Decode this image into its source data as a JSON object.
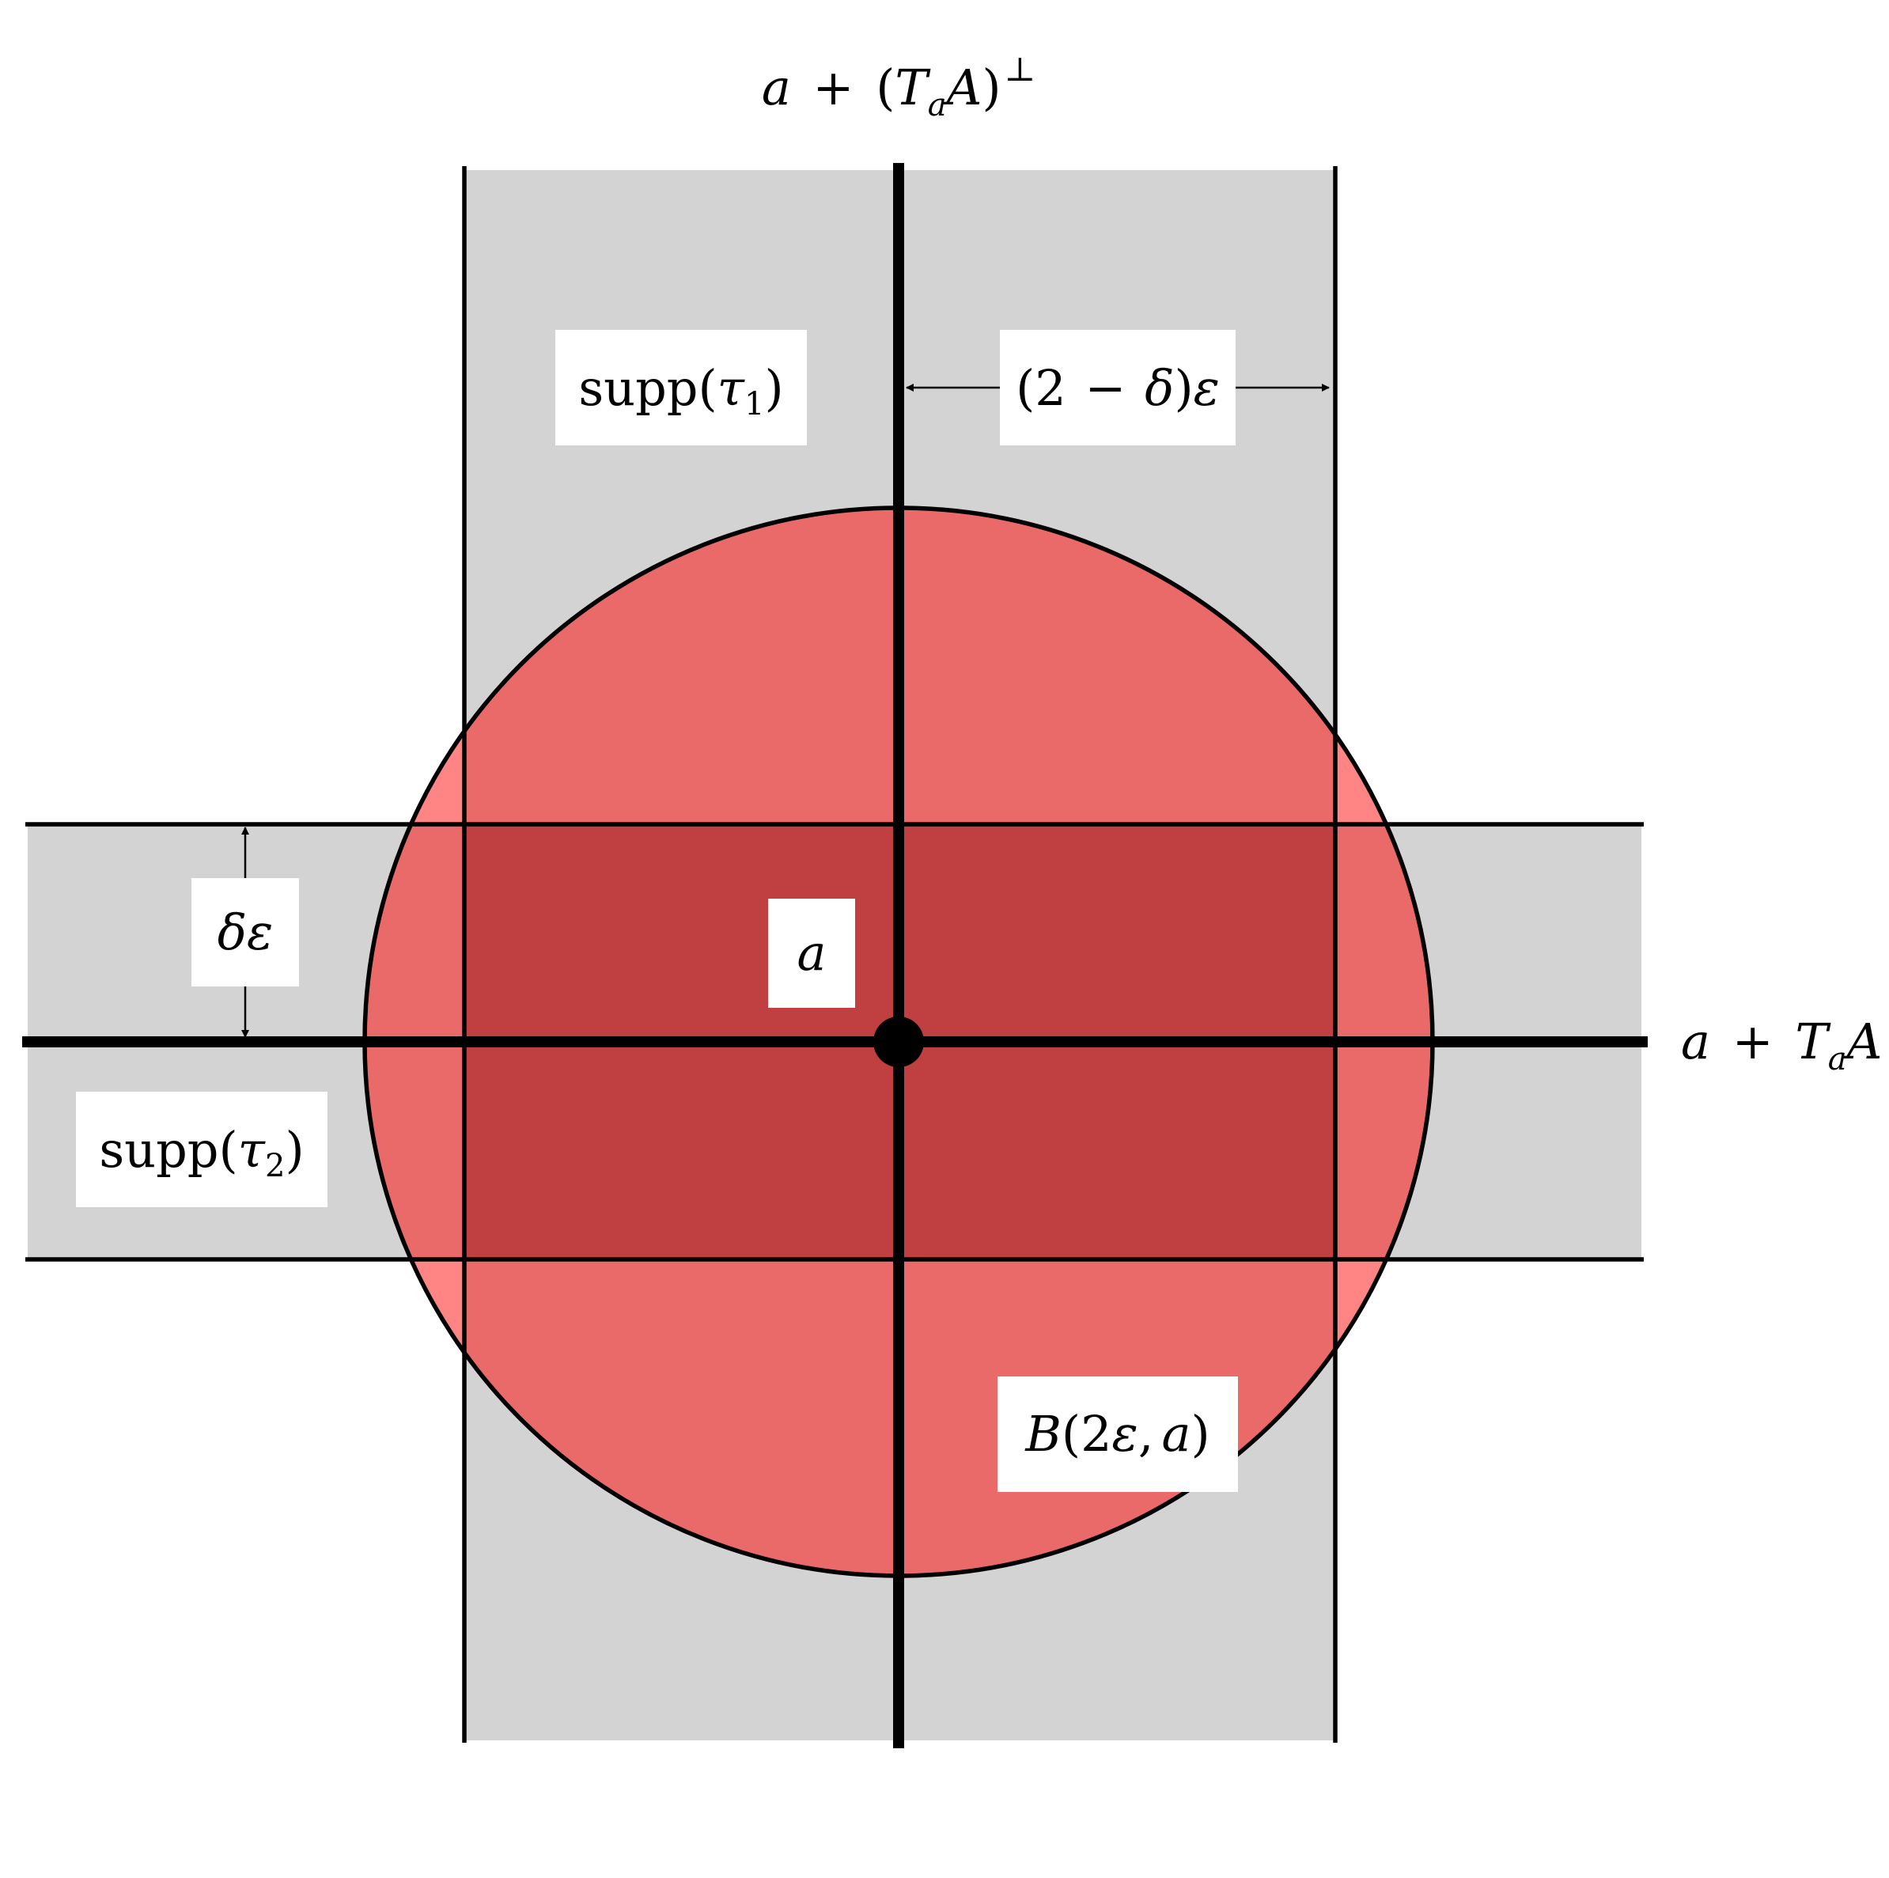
{
  "colors": {
    "background": "#ffffff",
    "strip": "#d3d3d3",
    "disk": "#ff8484",
    "disk_over_strip": "#ea6a6a",
    "intersection": "#c03f40",
    "ink": "#000000"
  },
  "labels": {
    "normal_space": {
      "base": "a",
      "plus": "+",
      "open": "(",
      "T": "T",
      "T_sub": "a",
      "A": "A",
      "close": ")",
      "sup": "⊥"
    },
    "tangent_space": {
      "base": "a",
      "plus": "+",
      "T": "T",
      "T_sub": "a",
      "A": "A"
    },
    "supp_tau1": {
      "fn": "supp",
      "open": "(",
      "tau": "τ",
      "sub": "1",
      "close": ")"
    },
    "supp_tau2": {
      "fn": "supp",
      "open": "(",
      "tau": "τ",
      "sub": "2",
      "close": ")"
    },
    "width_2_minus_delta": {
      "open": "(2",
      "minus": "−",
      "delta": "δ",
      "close": ")",
      "eps": "ε"
    },
    "height_delta_eps": {
      "delta": "δ",
      "eps": "ε"
    },
    "point_a": {
      "a": "a"
    },
    "ball": {
      "B": "B",
      "open": "(2",
      "eps": "ε",
      "comma": ",",
      "a": "a",
      "close": ")"
    }
  }
}
